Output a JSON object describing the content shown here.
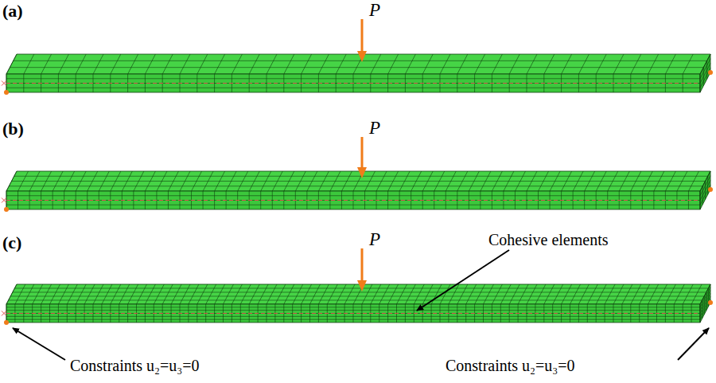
{
  "diagram": {
    "labels": [
      "(a)",
      "P",
      "(b)",
      "P",
      "(c)",
      "P",
      "Cohesive elements",
      "Constraints u₂=u₃=0",
      "Constraints u₂=u₃=0"
    ]
  }
}
